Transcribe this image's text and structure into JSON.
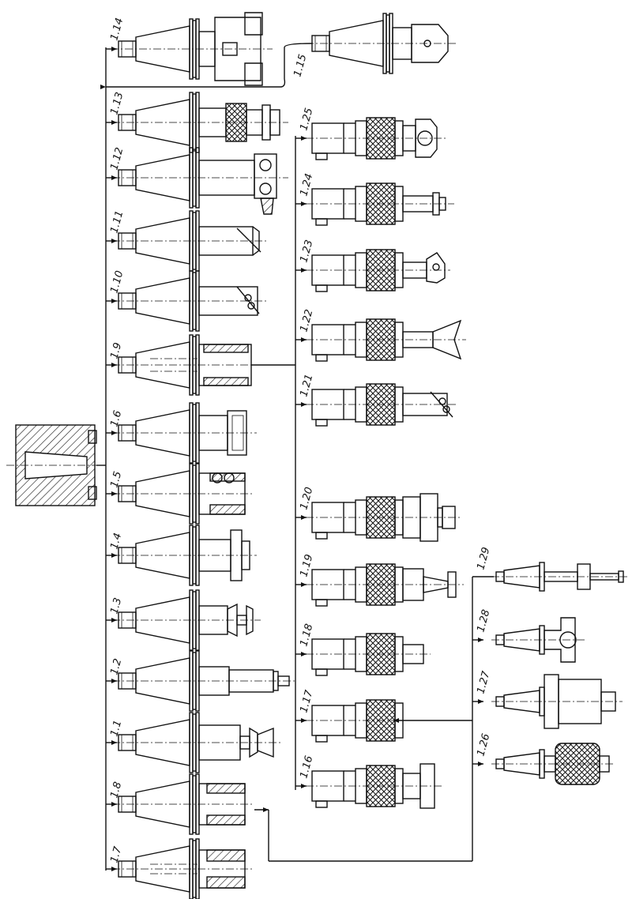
{
  "labels": {
    "l1_1": "1.1",
    "l1_2": "1.2",
    "l1_3": "1.3",
    "l1_4": "1.4",
    "l1_5": "1.5",
    "l1_6": "1.6",
    "l1_7": "1.7",
    "l1_8": "1.8",
    "l1_9": "1.9",
    "l1_10": "1.10",
    "l1_11": "1.11",
    "l1_12": "1.12",
    "l1_13": "1.13",
    "l1_14": "1.14",
    "l1_15": "1.15",
    "l1_16": "1.16",
    "l1_17": "1.17",
    "l1_18": "1.18",
    "l1_19": "1.19",
    "l1_20": "1.20",
    "l1_21": "1.21",
    "l1_22": "1.22",
    "l1_23": "1.23",
    "l1_24": "1.24",
    "l1_25": "1.25",
    "l1_26": "1.26",
    "l1_27": "1.27",
    "l1_28": "1.28",
    "l1_29": "1.29"
  },
  "colors": {
    "ink": "#111111",
    "paper": "#ffffff"
  }
}
